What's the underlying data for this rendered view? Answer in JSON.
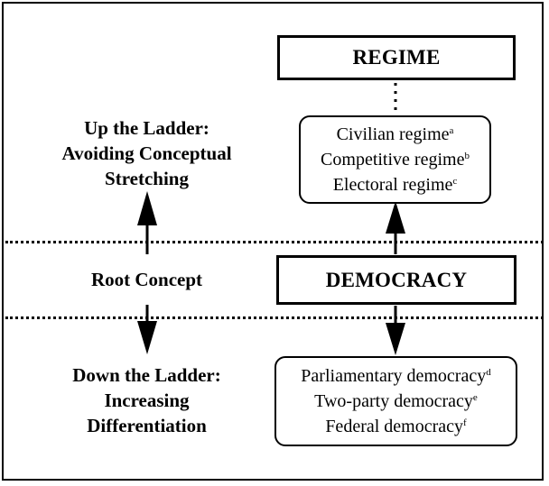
{
  "regime_box": {
    "label": "REGIME"
  },
  "subtypes_up": [
    {
      "text": "Civilian regime",
      "note": "a"
    },
    {
      "text": "Competitive regime",
      "note": "b"
    },
    {
      "text": "Electoral regime",
      "note": "c"
    }
  ],
  "democracy_box": {
    "label": "DEMOCRACY"
  },
  "subtypes_down": [
    {
      "text": "Parliamentary democracy",
      "note": "d"
    },
    {
      "text": "Two-party democracy",
      "note": "e"
    },
    {
      "text": "Federal democracy",
      "note": "f"
    }
  ],
  "left_labels": {
    "up": [
      "Up the Ladder:",
      "Avoiding Conceptual",
      "Stretching"
    ],
    "root": "Root Concept",
    "down": [
      "Down the Ladder:",
      "Increasing",
      "Differentiation"
    ]
  }
}
